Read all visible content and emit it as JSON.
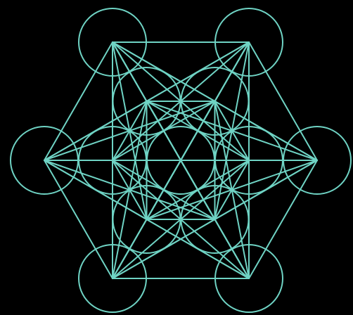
{
  "figure": {
    "subject": "metatrons-cube",
    "background_color": "#000000",
    "line_color": "#6fd3c4",
    "circle_count": 13,
    "grid_rings": [
      "center",
      "inner",
      "outer"
    ]
  }
}
